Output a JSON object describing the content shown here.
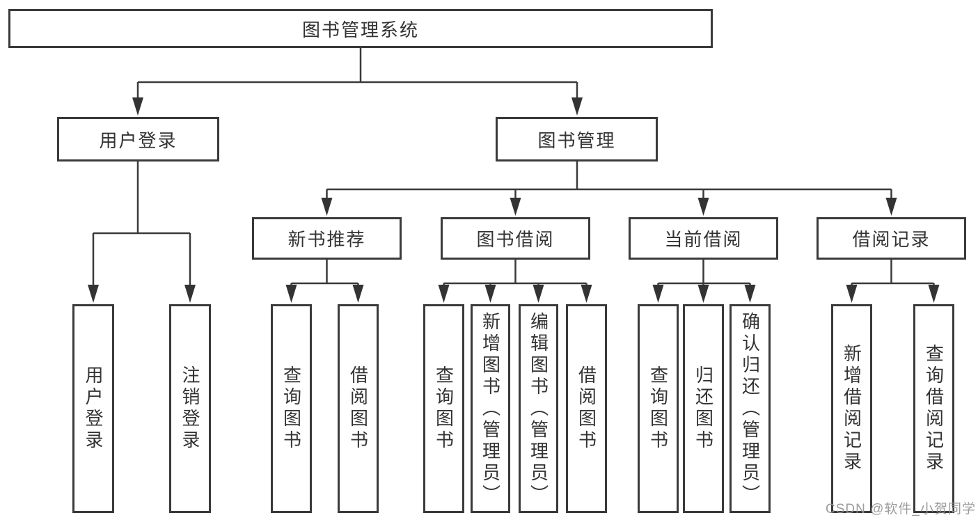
{
  "diagram": {
    "title": "图书管理系统",
    "watermark": "CSDN @软件_小贺同学",
    "colors": {
      "line": "#3a3a3a",
      "text": "#333333",
      "background": "#ffffff",
      "watermark": "#949494"
    },
    "level2": [
      {
        "label": "用户登录",
        "children": [
          "用户登录",
          "注销登录"
        ]
      },
      {
        "label": "图书管理",
        "groups": [
          {
            "label": "新书推荐",
            "children": [
              "查询图书",
              "借阅图书"
            ]
          },
          {
            "label": "图书借阅",
            "children": [
              "查询图书",
              "新增图书（管理员）",
              "编辑图书（管理员）",
              "借阅图书"
            ]
          },
          {
            "label": "当前借阅",
            "children": [
              "查询图书",
              "归还图书",
              "确认归还（管理员）"
            ]
          },
          {
            "label": "借阅记录",
            "children": [
              "新增借阅记录",
              "查询借阅记录"
            ]
          }
        ]
      }
    ]
  }
}
